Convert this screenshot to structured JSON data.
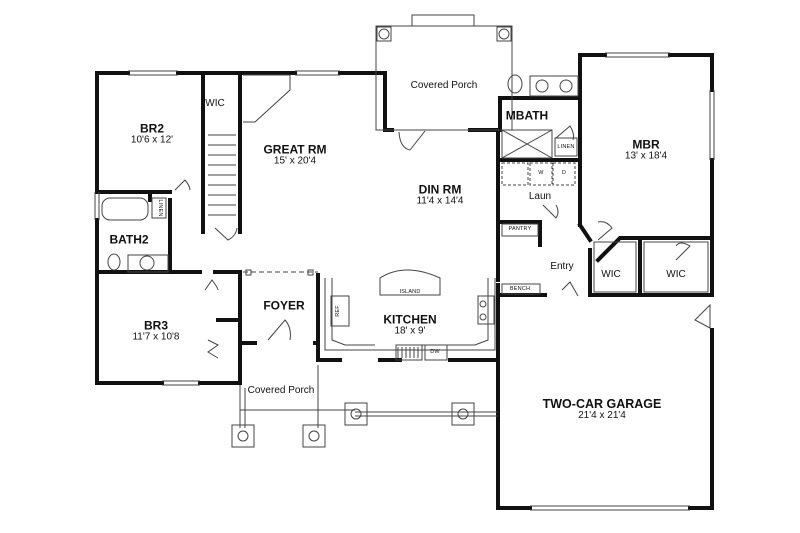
{
  "plan": {
    "rooms": [
      {
        "id": "br2",
        "name": "BR2",
        "dims": "10'6 x 12'"
      },
      {
        "id": "great",
        "name": "GREAT RM",
        "dims": "15' x 20'4"
      },
      {
        "id": "din",
        "name": "DIN RM",
        "dims": "11'4 x 14'4"
      },
      {
        "id": "mbr",
        "name": "MBR",
        "dims": "13' x 18'4"
      },
      {
        "id": "kitchen",
        "name": "KITCHEN",
        "dims": "18' x 9'"
      },
      {
        "id": "br3",
        "name": "BR3",
        "dims": "11'7 x 10'8"
      },
      {
        "id": "garage",
        "name": "TWO-CAR GARAGE",
        "dims": "21'4 x 21'4"
      }
    ],
    "labels": {
      "bath2": "BATH2",
      "mbath": "MBATH",
      "foyer": "FOYER",
      "laun": "Laun",
      "entry": "Entry",
      "wic_br2": "WIC",
      "wic_mbr1": "WIC",
      "wic_mbr2": "WIC",
      "porch_rear": "Covered Porch",
      "porch_front": "Covered Porch",
      "linen_bath2": "LINEN",
      "linen_mbath": "LINEN",
      "pantry": "PANTRY",
      "bench": "BENCH",
      "island": "ISLAND",
      "ref": "REF",
      "dw": "DW",
      "washer": "W",
      "dryer": "D"
    }
  }
}
